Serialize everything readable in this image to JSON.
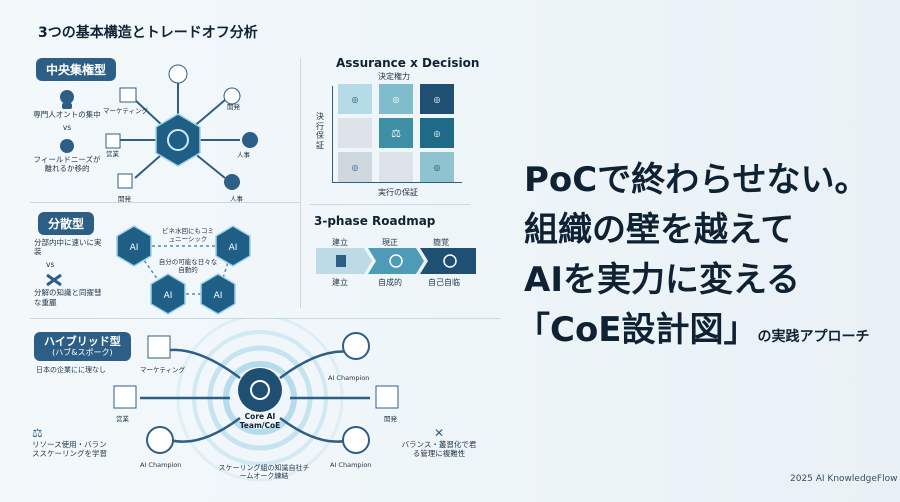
{
  "left": {
    "title": "3つの基本構造とトレードオフ分析",
    "central": {
      "label": "中央集権型",
      "nodes": [
        "マーケティング",
        "開発",
        "営業",
        "人事",
        "開発",
        "人事"
      ],
      "note1": "専門人オントの集中",
      "vs": "vs",
      "note2": "フィールドニーズが離れるか移的"
    },
    "distributed": {
      "label": "分散型",
      "note1": "分部内中に速いに実装",
      "vs": "vs",
      "note2": "分解の知識と同擢彗な重麗",
      "callout1": "ビネ水回にもコミュニーシック",
      "callout2": "自分の可能な日々な自動的",
      "hex_label": "AI"
    },
    "hybrid": {
      "label": "ハイブリッド型",
      "sublabel": "(ハブ&スポーク)",
      "note_top": "日本の企業にに理なし",
      "center": "Core AI Team/CoE",
      "nodes": [
        "マーケティング",
        "AI Champion",
        "営業",
        "開発",
        "AI Champion",
        "AI Champion"
      ],
      "bottom_left": "リソース使用・バランススケーリングを学習",
      "bottom_center": "スケーリング組の知識自社チームオーク練結",
      "bottom_right": "バランス・叢習化で君る管理に複難性"
    }
  },
  "matrix": {
    "title": "Assurance x Decision",
    "top_axis": "決定権力",
    "left_axis": "決行保証",
    "bottom_axis": "実行の保証",
    "colors": [
      "#cfe7ee",
      "#8fc3cf",
      "#1f4f73"
    ]
  },
  "roadmap": {
    "title": "3-phase Roadmap",
    "top_labels": [
      "建立",
      "現正",
      "簡覚"
    ],
    "bottom_labels": [
      "建立",
      "自成的",
      "自己自临"
    ]
  },
  "headline": {
    "line1": "PoCで終わらせない。",
    "line2": "組織の壁を越えて",
    "line3": "AIを実力に変える",
    "line4_main": "「CoE設計図」",
    "line4_sub": "の実践アプローチ"
  },
  "footer": "2025 AI KnowledgeFlow"
}
